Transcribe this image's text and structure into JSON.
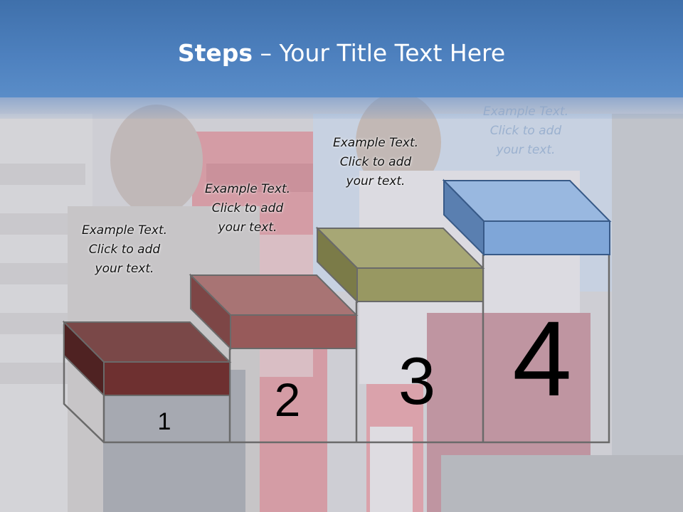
{
  "slide": {
    "title_bold": "Steps",
    "title_rest": " – Your Title Text Here"
  },
  "steps": [
    {
      "number": "1",
      "caption": [
        "Example Text.",
        "Click  to add",
        "your text."
      ],
      "color": "#6e3434"
    },
    {
      "number": "2",
      "caption": [
        "Example Text.",
        "Click  to add",
        "your text."
      ],
      "color": "#9b5b5b"
    },
    {
      "number": "3",
      "caption": [
        "Example Text.",
        "Click  to add",
        "your text."
      ],
      "color": "#9a9a62"
    },
    {
      "number": "4",
      "caption": [
        "Example Text.",
        "Click  to add",
        "your text."
      ],
      "color": "#7fa5d6"
    }
  ],
  "colors": {
    "title_bar": "#4a7cba",
    "title_text": "#ffffff",
    "outline": "#6a6a6a"
  }
}
